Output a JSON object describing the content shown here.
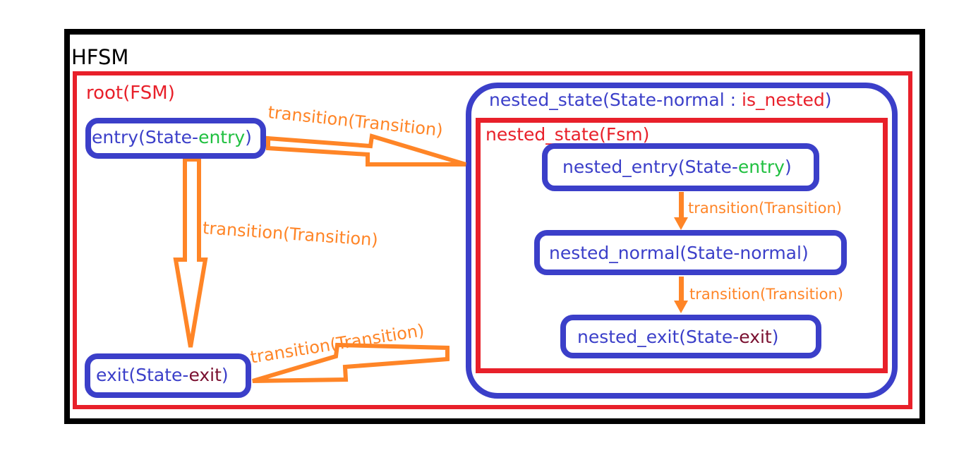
{
  "diagram": {
    "title": "HFSM",
    "root_label": "root(FSM)",
    "entry": {
      "prefix": "entry(State-",
      "keyword": "entry",
      "suffix": ")"
    },
    "exit": {
      "prefix": "exit(State-",
      "keyword": "exit",
      "suffix": ")"
    },
    "nested_state_header": {
      "main": "nested_state(State-normal : ",
      "keyword": "is_nested",
      "suffix": ")"
    },
    "nested_fsm_label": "nested_state(Fsm)",
    "nested_entry": {
      "prefix": "nested_entry(State-",
      "keyword": "entry",
      "suffix": ")"
    },
    "nested_normal": {
      "label": "nested_normal(State-normal)"
    },
    "nested_exit": {
      "prefix": "nested_exit(State-",
      "keyword": "exit",
      "suffix": ")"
    },
    "transitions": [
      {
        "id": "entry_to_nested",
        "label": "transition(Transition)"
      },
      {
        "id": "entry_to_exit",
        "label": "transition(Transition)"
      },
      {
        "id": "nested_to_exit",
        "label": "transition(Transition)"
      },
      {
        "id": "nested_entry_to_normal",
        "label": "transition(Transition)"
      },
      {
        "id": "nested_normal_to_exit",
        "label": "transition(Transition)"
      }
    ],
    "colors": {
      "outer_border": "#000000",
      "fsm_border": "#e8202a",
      "state_border": "#3b3fc9",
      "transition": "#ff8527",
      "entry_keyword": "#20c040",
      "exit_keyword": "#7a1030"
    }
  }
}
